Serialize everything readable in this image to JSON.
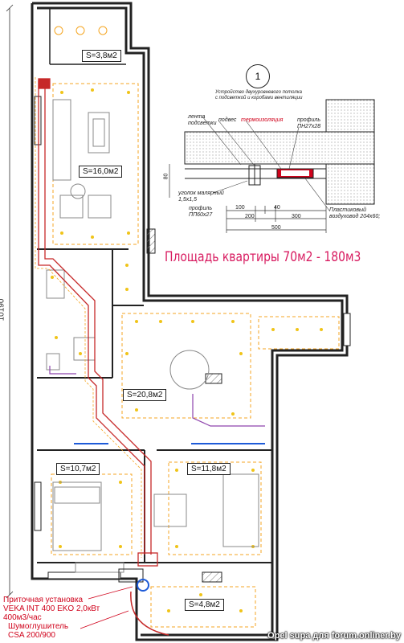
{
  "rooms": {
    "balcony_top": "S=3,8м2",
    "living": "S=16,0м2",
    "kitchen": "S=20,8м2",
    "bedroom_left": "S=10,7м2",
    "bedroom_right": "S=11,8м2",
    "balcony_bottom": "S=4,8м2"
  },
  "title": "Площадь квартиры 70м2 - 180м3",
  "overall_dimension": "10190",
  "detail": {
    "number": "1",
    "heading": "Устройство двухуровневого потолка с подсветкой и коробами вентиляции",
    "labels": {
      "tape": "лента подсветки",
      "hanger": "подвес",
      "thermal": "термоизоляция",
      "profile_top": "профиль ПН27х28",
      "corner": "уголок малярный 1,5х1,5",
      "profile_bottom": "профиль ПП60х27",
      "duct": "Пластиковый воздуховод 204х60;"
    },
    "dims": {
      "d100": "100",
      "d200": "200",
      "d40": "40",
      "d300": "300",
      "d500": "500",
      "d80": "80"
    }
  },
  "equipment": {
    "unit_line1": "Приточная установка",
    "unit_line2": "VEKA INT 400 EKO 2,0кВт",
    "unit_line3": "400м3/час",
    "silencer_line1": "Шумоглушитель",
    "silencer_line2": "CSA 200/900"
  },
  "credit": "Opel supa для forum.onliner.by",
  "colors": {
    "wall": "#222222",
    "duct": "#c62828",
    "ceiling_outline": "#f5a623",
    "light": "#f0c419",
    "accent_text": "#d81b60",
    "vent_blue": "#1e5bd8",
    "vent_purple": "#8e44ad"
  }
}
